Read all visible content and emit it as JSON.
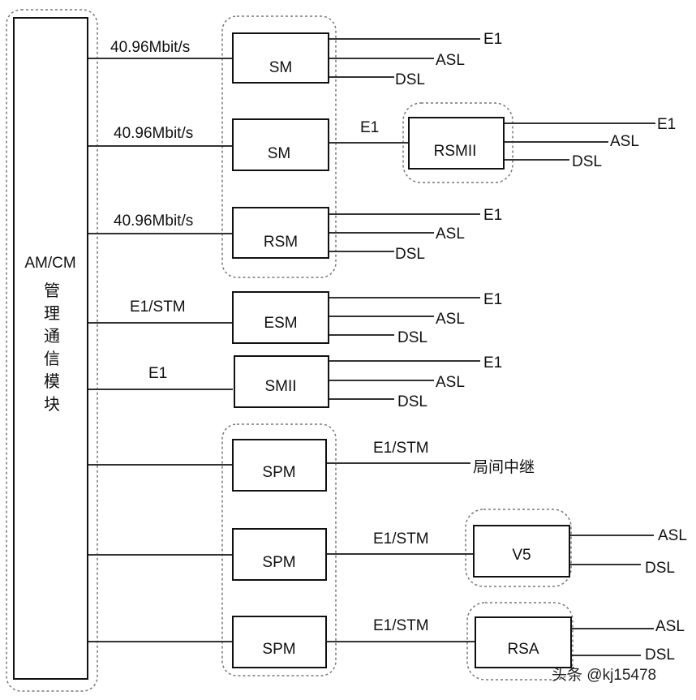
{
  "main_block": {
    "label": "AM/CM",
    "chars": [
      "管",
      "理",
      "通",
      "信",
      "模",
      "块"
    ]
  },
  "rows": [
    {
      "link": "40.96Mbit/s",
      "module": "SM",
      "outputs": [
        "E1",
        "ASL",
        "DSL"
      ]
    },
    {
      "link": "40.96Mbit/s",
      "module": "SM",
      "remote_link": "E1",
      "remote": "RSMII",
      "remote_outputs": [
        "E1",
        "ASL",
        "DSL"
      ]
    },
    {
      "link": "40.96Mbit/s",
      "module": "RSM",
      "outputs": [
        "E1",
        "ASL",
        "DSL"
      ]
    },
    {
      "link": "E1/STM",
      "module": "ESM",
      "outputs": [
        "E1",
        "ASL",
        "DSL"
      ]
    },
    {
      "link": "E1",
      "module": "SMII",
      "outputs": [
        "E1",
        "ASL",
        "DSL"
      ]
    },
    {
      "module": "SPM",
      "remote_link": "E1/STM",
      "destination": "局间中继"
    },
    {
      "module": "SPM",
      "remote_link": "E1/STM",
      "remote": "V5",
      "remote_outputs": [
        "ASL",
        "DSL"
      ]
    },
    {
      "module": "SPM",
      "remote_link": "E1/STM",
      "remote": "RSA",
      "remote_outputs": [
        "ASL",
        "DSL"
      ]
    }
  ],
  "watermark": "头条 @kj15478"
}
